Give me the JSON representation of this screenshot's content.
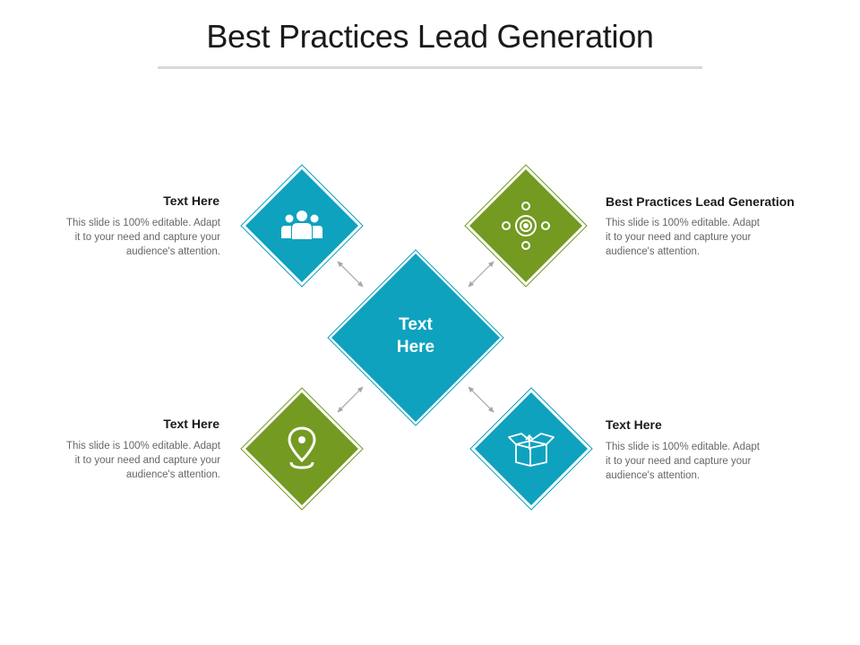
{
  "title": "Best Practices Lead Generation",
  "colors": {
    "blue": "#0ea2bf",
    "green": "#749a22",
    "text_dark": "#1a1a1a",
    "text_gray": "#666666",
    "arrow_gray": "#a6a6a6"
  },
  "center": {
    "label_line1": "Text",
    "label_line2": "Here"
  },
  "items": [
    {
      "position": "top-left",
      "icon": "people-icon",
      "color": "blue",
      "title": "Text Here",
      "body": [
        "This slide is 100% editable. Adapt",
        "it to your need and capture your",
        "audience's attention."
      ]
    },
    {
      "position": "top-right",
      "icon": "target-icon",
      "color": "green",
      "title": "Best Practices Lead Generation",
      "body": [
        "This slide is 100% editable. Adapt",
        "it to your need and capture your",
        "audience's attention."
      ]
    },
    {
      "position": "bottom-left",
      "icon": "location-pin-icon",
      "color": "green",
      "title": "Text Here",
      "body": [
        "This slide is 100% editable. Adapt",
        "it to your need and capture your",
        "audience's attention."
      ]
    },
    {
      "position": "bottom-right",
      "icon": "open-box-icon",
      "color": "blue",
      "title": "Text Here",
      "body": [
        "This slide is 100% editable. Adapt",
        "it to your need and capture your",
        "audience's attention."
      ]
    }
  ]
}
